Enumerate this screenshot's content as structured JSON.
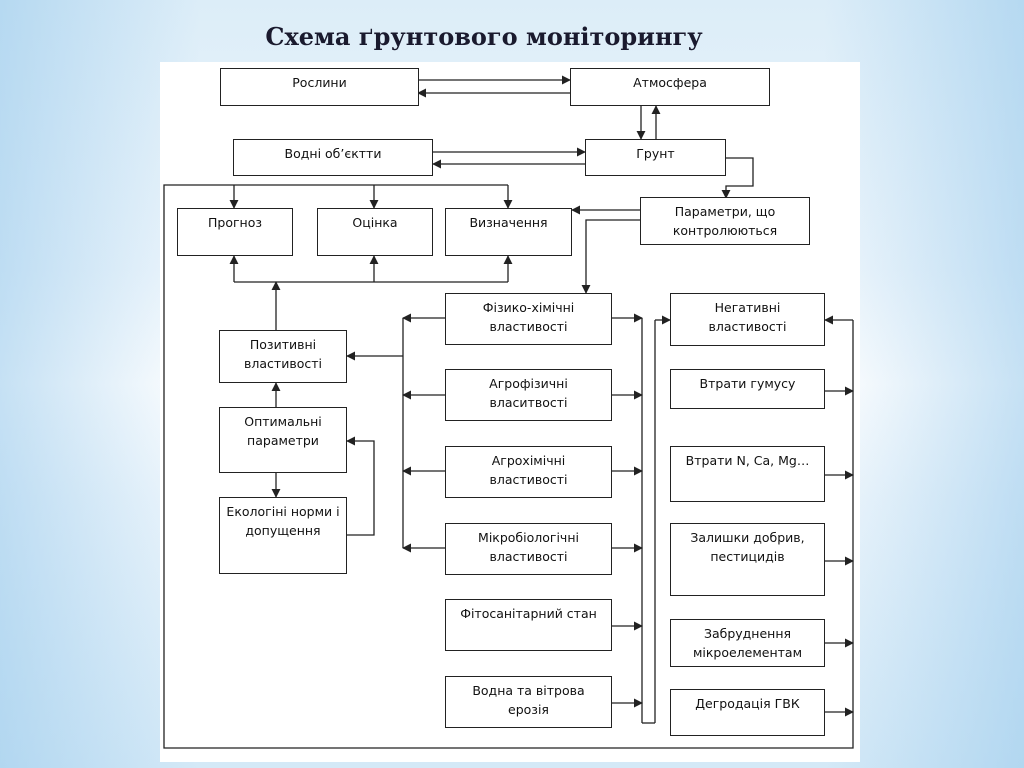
{
  "title": "Схема ґрунтового  моніторингу",
  "boxes": {
    "plants": "Рослини",
    "atmosphere": "Атмосфера",
    "water": "Водні об’єктти",
    "soil": "Грунт",
    "forecast": "Прогноз",
    "evaluation": "Оцінка",
    "determination": "Визначення",
    "params_controlled": "Параметри, що контролюються",
    "physchem": "Фізико-хімічні властивості",
    "positive": "Позитивні властивості",
    "agrophys": "Агрофізичні власитвості",
    "optimal": "Оптимальні параметри",
    "agrochem": "Агрохімічні властивості",
    "eco_norms": "Екологіні норми і допущення",
    "microbio": "Мікробіологічні властивості",
    "phyto": "Фітосанітарний стан",
    "erosion": "Водна та вітрова ерозія",
    "negative": "Негативні властивості",
    "humus_loss": "Втрати гумусу",
    "n_loss": "Втрати N, Ca, Mg…",
    "residues": "Залишки добрив, пестицидів",
    "micro_pollution": "Забруднення мікроелементам",
    "gwl_degradation": "Дегродація ГВК"
  }
}
